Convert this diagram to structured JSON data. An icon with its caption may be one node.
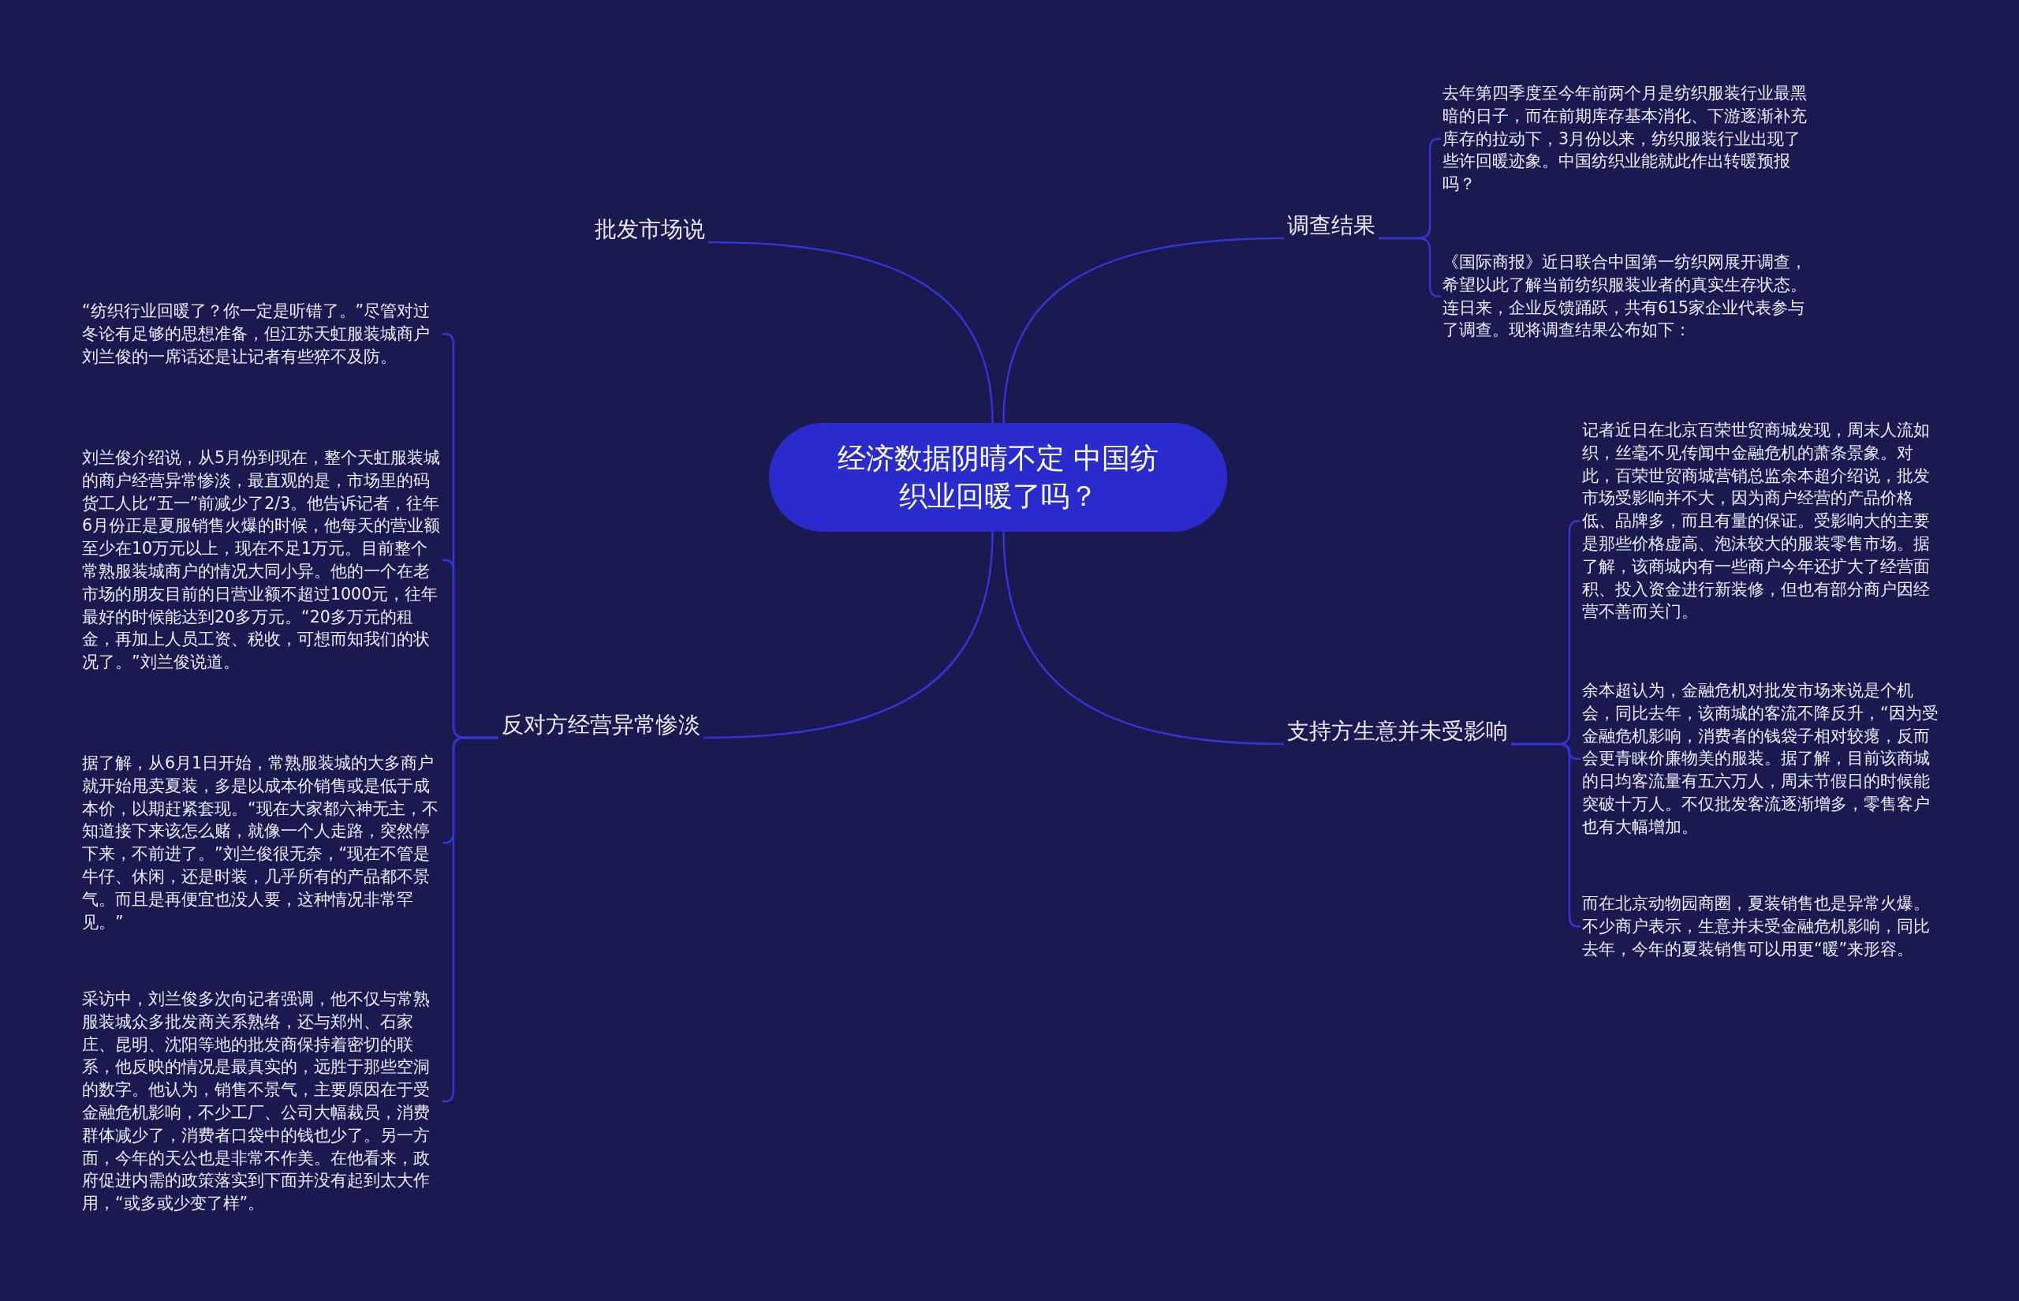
{
  "diagram": {
    "nodes": [
      {
        "text": [
          "经济数据阴晴不定 中国纺织业回暖了吗？"
        ]
      },
      {
        "text": [
          "批发市场说"
        ]
      },
      {
        "text": [
          "调查结果"
        ]
      },
      {
        "text": [
          "去年第四季度至今年前两个月是纺织服装行业最黑暗的日子，而在前期库存基本消化、下游逐渐补充库存的拉动下，3月份以来，纺织服装行业出现了些许回暖迹象。中国纺织业能就此作出转暖预报吗？"
        ]
      },
      {
        "text": [
          "《国际商报》近日联合中国第一纺织网展开调查，希望以此了解当前纺织服装业者的真实生存状态。连日来，企业反馈踊跃，共有615家企业代表参与了调查。现将调查结果公布如下："
        ]
      },
      {
        "text": [
          "反对方经营异常惨淡"
        ]
      },
      {
        "text": [
          "“纺织行业回暖了？你一定是听错了。”尽管对过冬论有足够的思想准备，但江苏天虹服装城商户刘兰俊的一席话还是让记者有些猝不及防。"
        ]
      },
      {
        "text": [
          "刘兰俊介绍说，从5月份到现在，整个天虹服装城的商户经营异常惨淡，最直观的是，市场里的码货工人比“五一”前减少了2/3。他告诉记者，往年6月份正是夏服销售火爆的时候，他每天的营业额至少在10万元以上，现在不足1万元。目前整个常熟服装城商户的情况大同小异。他的一个在老市场的朋友目前的日营业额不超过1000元，往年最好的时候能达到20多万元。“20多万元的租金，再加上人员工资、税收，可想而知我们的状况了。”刘兰俊说道。"
        ]
      },
      {
        "text": [
          "据了解，从6月1日开始，常熟服装城的大多商户就开始甩卖夏装，多是以成本价销售或是低于成本价，以期赶紧套现。“现在大家都六神无主，不知道接下来该怎么赌，就像一个人走路，突然停下来，不前进了。”刘兰俊很无奈，“现在不管是牛仔、休闲，还是时装，几乎所有的产品都不景气。而且是再便宜也没人要，这种情况非常罕见。”"
        ]
      },
      {
        "text": [
          "采访中，刘兰俊多次向记者强调，他不仅与常熟服装城众多批发商关系熟络，还与郑州、石家庄、昆明、沈阳等地的批发商保持着密切的联系，他反映的情况是最真实的，远胜于那些空洞的数字。他认为，销售不景气，主要原因在于受金融危机影响，不少工厂、公司大幅裁员，消费群体减少了，消费者口袋中的钱也少了。另一方面，今年的天公也是非常不作美。在他看来，政府促进内需的政策落实到下面并没有起到太大作用，“或多或少变了样”。"
        ]
      },
      {
        "text": [
          "支持方生意并未受影响"
        ]
      },
      {
        "text": [
          "记者近日在北京百荣世贸商城发现，周末人流如织，丝毫不见传闻中金融危机的萧条景象。对此，百荣世贸商城营销总监余本超介绍说，批发市场受影响并不大，因为商户经营的产品价格低、品牌多，而且有量的保证。受影响大的主要是那些价格虚高、泡沫较大的服装零售市场。据了解，该商城内有一些商户今年还扩大了经营面积、投入资金进行新装修，但也有部分商户因经营不善而关门。"
        ]
      },
      {
        "text": [
          "余本超认为，金融危机对批发市场来说是个机会，同比去年，该商城的客流不降反升，“因为受金融危机影响，消费者的钱袋子相对较瘪，反而会更青睐价廉物美的服装。据了解，目前该商城的日均客流量有五六万人，周末节假日的时候能突破十万人。不仅批发客流逐渐增多，零售客户也有大幅增加。"
        ]
      },
      {
        "text": [
          "而在北京动物园商圈，夏装销售也是异常火爆。不少商户表示，生意并未受金融危机影响，同比去年，今年的夏装销售可以用更“暖”来形容。"
        ]
      }
    ],
    "edges": [
      {
        "from": 0,
        "to": 1,
        "arrow": "none"
      },
      {
        "from": 0,
        "to": 2,
        "arrow": "none"
      },
      {
        "from": 2,
        "to": 3,
        "arrow": "none"
      },
      {
        "from": 2,
        "to": 4,
        "arrow": "none"
      },
      {
        "from": 0,
        "to": 5,
        "arrow": "none"
      },
      {
        "from": 5,
        "to": 6,
        "arrow": "none"
      },
      {
        "from": 5,
        "to": 7,
        "arrow": "none"
      },
      {
        "from": 5,
        "to": 8,
        "arrow": "none"
      },
      {
        "from": 5,
        "to": 9,
        "arrow": "none"
      },
      {
        "from": 0,
        "to": 10,
        "arrow": "none"
      },
      {
        "from": 10,
        "to": 11,
        "arrow": "none"
      },
      {
        "from": 10,
        "to": 12,
        "arrow": "none"
      },
      {
        "from": 10,
        "to": 13,
        "arrow": "none"
      }
    ]
  }
}
